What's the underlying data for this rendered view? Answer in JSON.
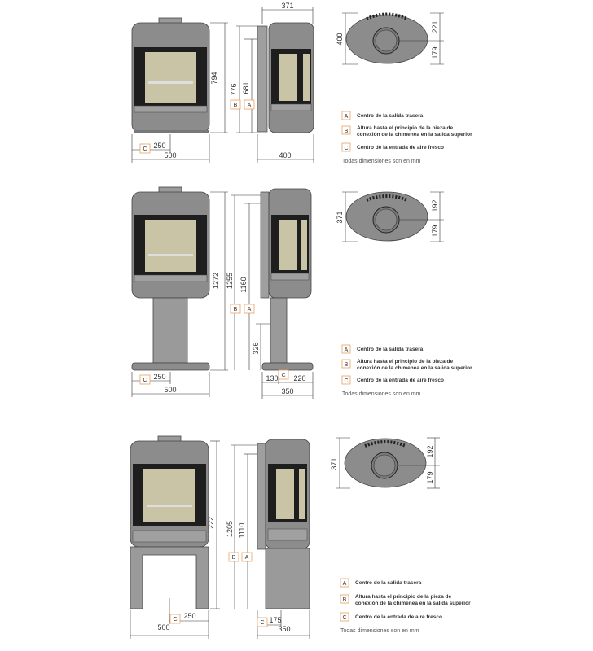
{
  "markers": {
    "a": "A",
    "b": "B",
    "c": "C"
  },
  "legend": {
    "a": "Centro de la salida trasera",
    "b1": "Altura hasta el principio de la pieza de",
    "b2": "conexión de la chimenea en la salida superior",
    "c": "Centro de la entrada de aire fresco",
    "note": "Todas dimensiones son en mm"
  },
  "models": [
    {
      "front_height": "794",
      "front_width": "500",
      "front_c_offset": "250",
      "side_top_width": "371",
      "side_b_height": "776",
      "side_a_height": "681",
      "side_depth": "400",
      "top_depth": "400",
      "top_front": "221",
      "top_back": "179"
    },
    {
      "front_height": "1272",
      "front_width": "500",
      "front_c_offset": "250",
      "side_b_height": "1255",
      "side_a_height": "1160",
      "side_c_height": "326",
      "side_c_left": "130",
      "side_c_right": "220",
      "side_depth": "350",
      "top_depth": "371",
      "top_front": "192",
      "top_back": "179"
    },
    {
      "front_height": "1222",
      "front_width": "500",
      "front_c_offset": "250",
      "side_b_height": "1205",
      "side_a_height": "1110",
      "side_c_offset": "175",
      "side_depth": "350",
      "top_depth": "371",
      "top_front": "192",
      "top_back": "179"
    }
  ],
  "colors": {
    "steel": "#8c8c8c",
    "glass": "#c9c4a6",
    "marker_border": "#e8a060"
  }
}
